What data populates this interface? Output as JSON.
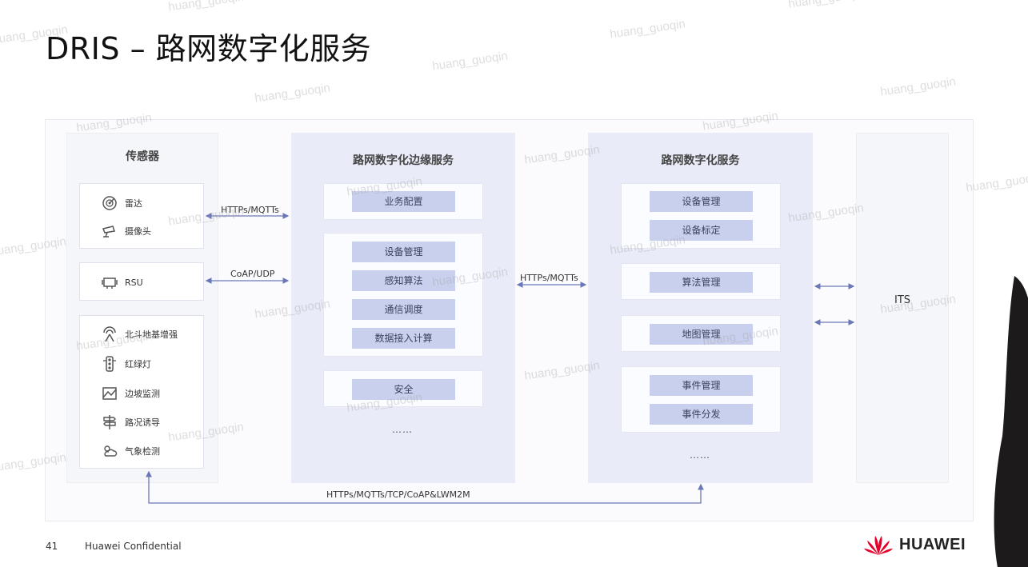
{
  "title": "DRIS – 路网数字化服务",
  "sensors": {
    "title": "传感器",
    "group1": [
      {
        "label": "雷达",
        "icon": "radar-icon"
      },
      {
        "label": "摄像头",
        "icon": "camera-icon"
      }
    ],
    "group2": [
      {
        "label": "RSU",
        "icon": "rsu-icon"
      }
    ],
    "group3": [
      {
        "label": "北斗地基增强",
        "icon": "beidou-antenna-icon"
      },
      {
        "label": "红绿灯",
        "icon": "traffic-light-icon"
      },
      {
        "label": "边坡监测",
        "icon": "slope-monitor-icon"
      },
      {
        "label": "路况诱导",
        "icon": "signpost-icon"
      },
      {
        "label": "气象检测",
        "icon": "weather-icon"
      }
    ]
  },
  "edge": {
    "title": "路网数字化边缘服务",
    "panel1": [
      "业务配置"
    ],
    "panel2": [
      "设备管理",
      "感知算法",
      "通信调度",
      "数据接入计算"
    ],
    "panel3": [
      "安全"
    ],
    "ellipsis": "……"
  },
  "cloud": {
    "title": "路网数字化服务",
    "panel1": [
      "设备管理",
      "设备标定"
    ],
    "panel2": [
      "算法管理"
    ],
    "panel3": [
      "地图管理"
    ],
    "panel4": [
      "事件管理",
      "事件分发"
    ],
    "ellipsis": "……"
  },
  "its": {
    "label": "ITS"
  },
  "protocols": {
    "sensors_to_edge": "HTTPs/MQTTs",
    "rsu_to_edge": "CoAP/UDP",
    "edge_to_cloud": "HTTPs/MQTTs",
    "bottom": "HTTPs/MQTTs/TCP/CoAP&LWM2M"
  },
  "footer": {
    "page": "41",
    "confidential": "Huawei Confidential",
    "brand": "HUAWEI"
  },
  "watermark_text": "huang_guoqin",
  "colors": {
    "column_bg": "#e9ecf8",
    "button_bg": "#c9d0ee",
    "line": "#6b78b8",
    "logo_red": "#e4002b"
  }
}
